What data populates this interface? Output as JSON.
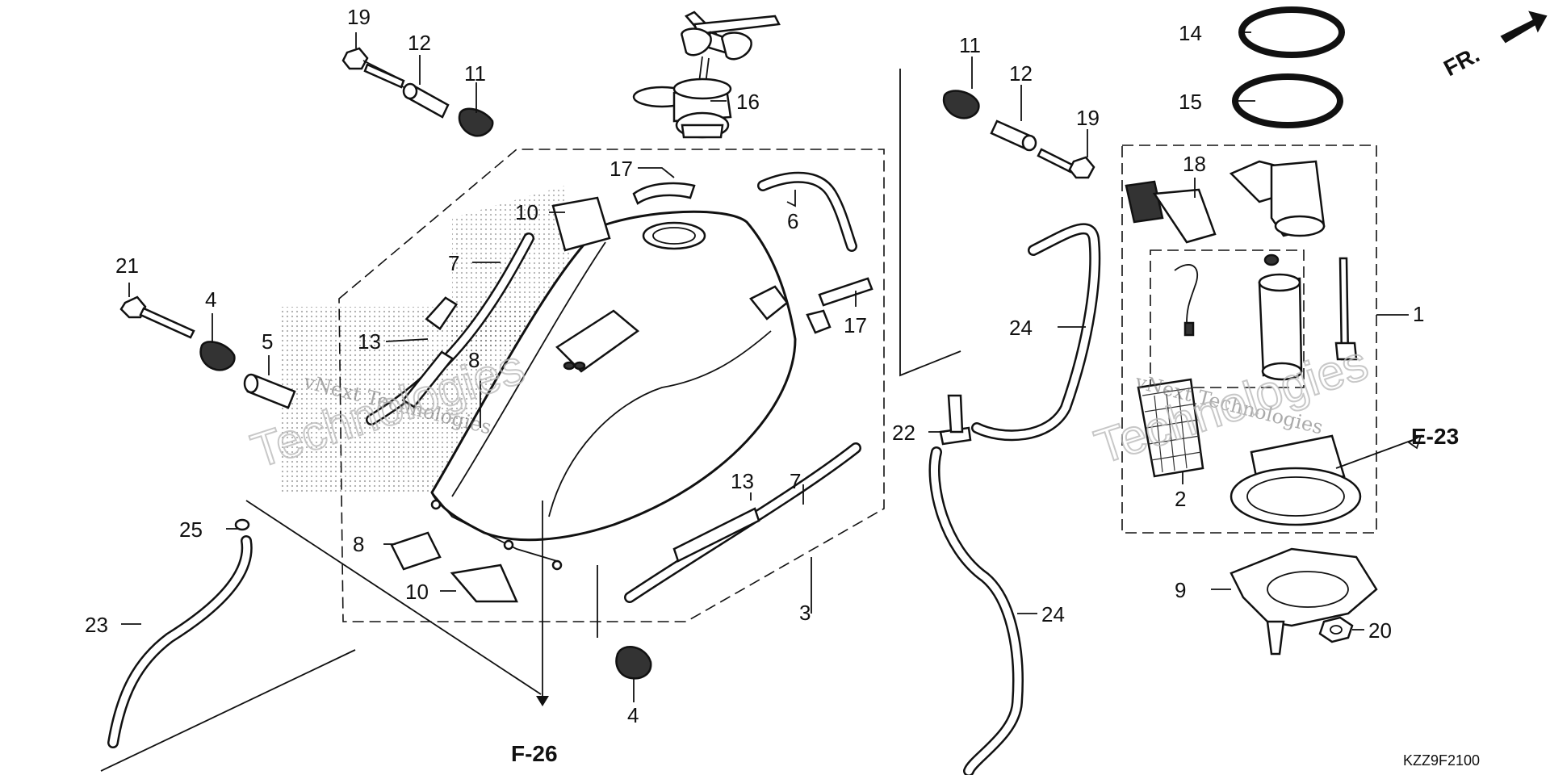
{
  "callouts": {
    "c1": "1",
    "c2": "2",
    "c3": "3",
    "c4a": "4",
    "c4b": "4",
    "c5": "5",
    "c6": "6",
    "c7a": "7",
    "c7b": "7",
    "c8a": "8",
    "c8b": "8",
    "c9": "9",
    "c10a": "10",
    "c10b": "10",
    "c11a": "11",
    "c11b": "11",
    "c12a": "12",
    "c12b": "12",
    "c13a": "13",
    "c13b": "13",
    "c14": "14",
    "c15": "15",
    "c16": "16",
    "c17a": "17",
    "c17b": "17",
    "c18": "18",
    "c19a": "19",
    "c19b": "19",
    "c20": "20",
    "c21": "21",
    "c22": "22",
    "c23": "23",
    "c24a": "24",
    "c24b": "24",
    "c25": "25"
  },
  "references": {
    "e23": "E-23",
    "f26": "F-26"
  },
  "direction_marker": "FR.",
  "diagram_code": "KZZ9F2100",
  "watermark": {
    "line1": "vNext Technologies",
    "line2": "vNext Technologies"
  }
}
